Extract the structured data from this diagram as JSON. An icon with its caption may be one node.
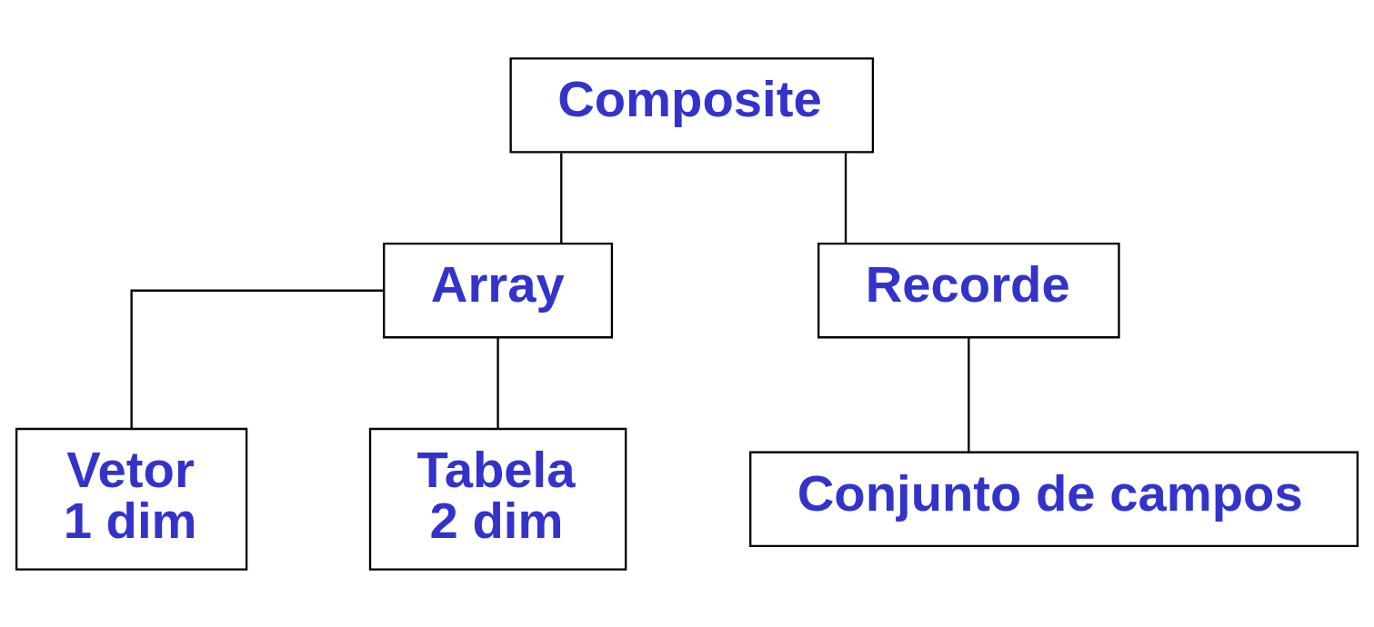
{
  "diagram": {
    "nodes": [
      {
        "text": [
          "Composite"
        ]
      },
      {
        "text": [
          "Array"
        ]
      },
      {
        "text": [
          "Recorde"
        ]
      },
      {
        "text": [
          "Vetor 1 dim"
        ]
      },
      {
        "text": [
          "Tabela 2 dim"
        ]
      },
      {
        "text": [
          "Conjunto de campos"
        ]
      }
    ],
    "edges": [
      {
        "from": 0,
        "to": 1,
        "arrow": "none"
      },
      {
        "from": 0,
        "to": 2,
        "arrow": "none"
      },
      {
        "from": 1,
        "to": 3,
        "arrow": "none"
      },
      {
        "from": 1,
        "to": 4,
        "arrow": "none"
      },
      {
        "from": 2,
        "to": 5,
        "arrow": "none"
      }
    ]
  }
}
